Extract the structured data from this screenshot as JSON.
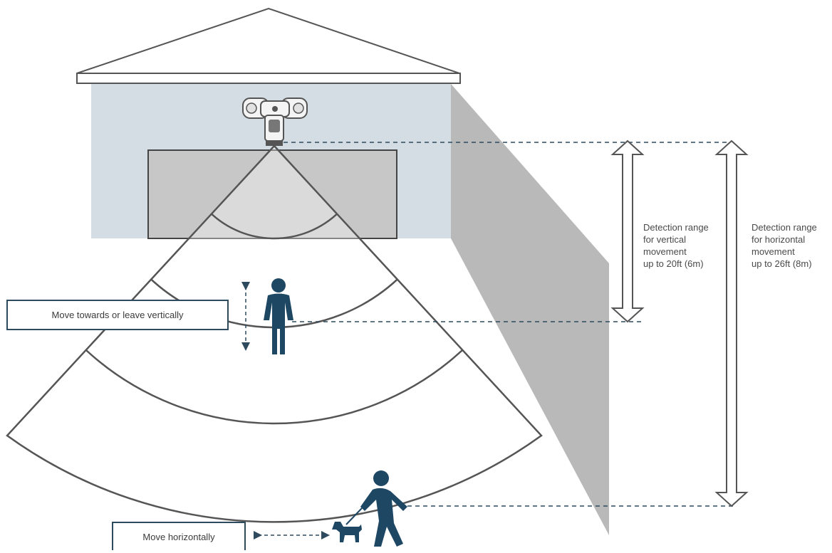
{
  "labels": {
    "vertical_move": "Move towards or leave vertically",
    "horizontal_move": "Move horizontally"
  },
  "ranges": {
    "vertical": {
      "lines": [
        "Detection range",
        "for vertical",
        "movement",
        "up to 20ft (6m)"
      ]
    },
    "horizontal": {
      "lines": [
        "Detection range",
        "for horizontal",
        "movement",
        "up to 26ft (8m)"
      ]
    }
  },
  "colors": {
    "wall": "#d3dde3",
    "garage_door": "#c7c7c7",
    "shadow": "#b9b9b9",
    "figure": "#1e4764",
    "line": "#555555",
    "dash": "#2e4a5e"
  },
  "icons": [
    "floodlight-camera-icon",
    "person-icon",
    "person-walking-dog-icon",
    "dog-icon"
  ]
}
